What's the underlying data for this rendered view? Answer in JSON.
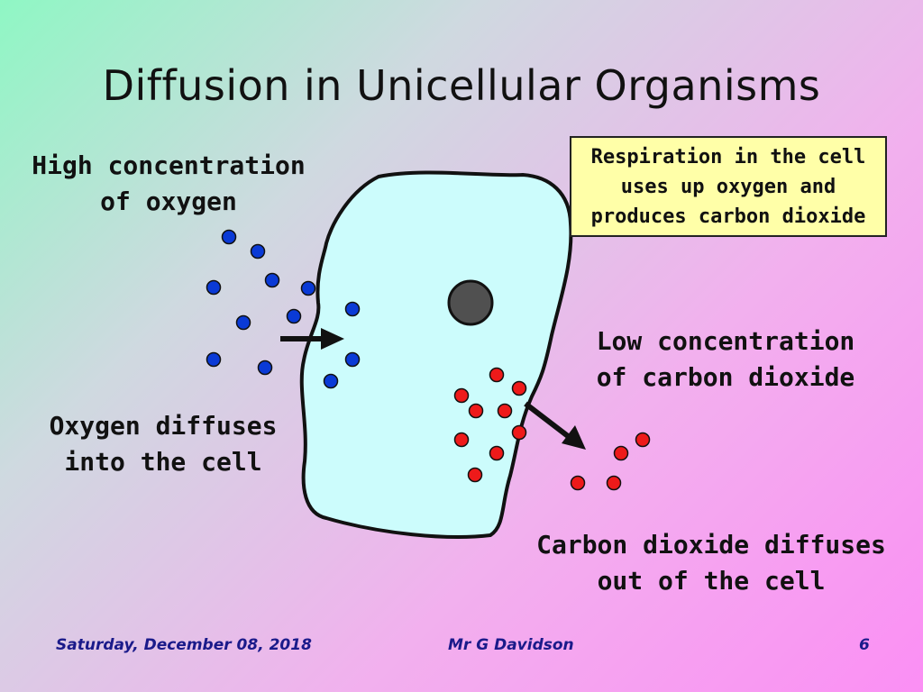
{
  "slide": {
    "title": "Diffusion in Unicellular Organisms",
    "info_box": {
      "lines": [
        "Respiration in the cell",
        "uses up oxygen and",
        "produces carbon dioxide"
      ]
    },
    "labels": {
      "high_oxygen": [
        "High concentration",
        "of oxygen"
      ],
      "low_co2": [
        "Low concentration",
        "of carbon dioxide"
      ],
      "oxygen_diffuses": [
        "Oxygen diffuses",
        "into the cell"
      ],
      "co2_diffuses": [
        "Carbon dioxide diffuses",
        "out of the cell"
      ]
    },
    "colors": {
      "cell_fill": "#ccfcfc",
      "nucleus": "#505050",
      "oxygen": "#0a3ad6",
      "carbon_dioxide": "#ee1a1a",
      "info_box": "#ffffa8"
    }
  },
  "footer": {
    "date": "Saturday, December 08, 2018",
    "author": "Mr G Davidson",
    "page": "6"
  }
}
